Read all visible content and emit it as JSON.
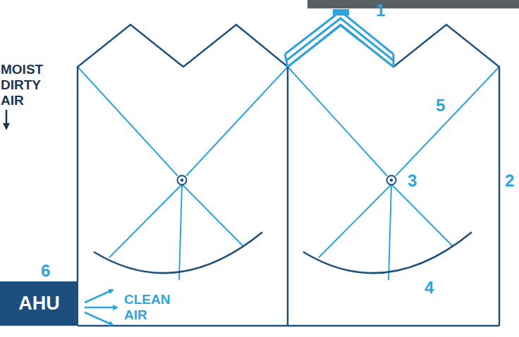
{
  "diagram": {
    "nodes": [
      {
        "text": [
          "AHU"
        ]
      }
    ],
    "labels": [
      "1",
      "2",
      "3",
      "4",
      "5",
      "6",
      "MOIST DIRTY AIR",
      "CLEAN AIR"
    ]
  }
}
